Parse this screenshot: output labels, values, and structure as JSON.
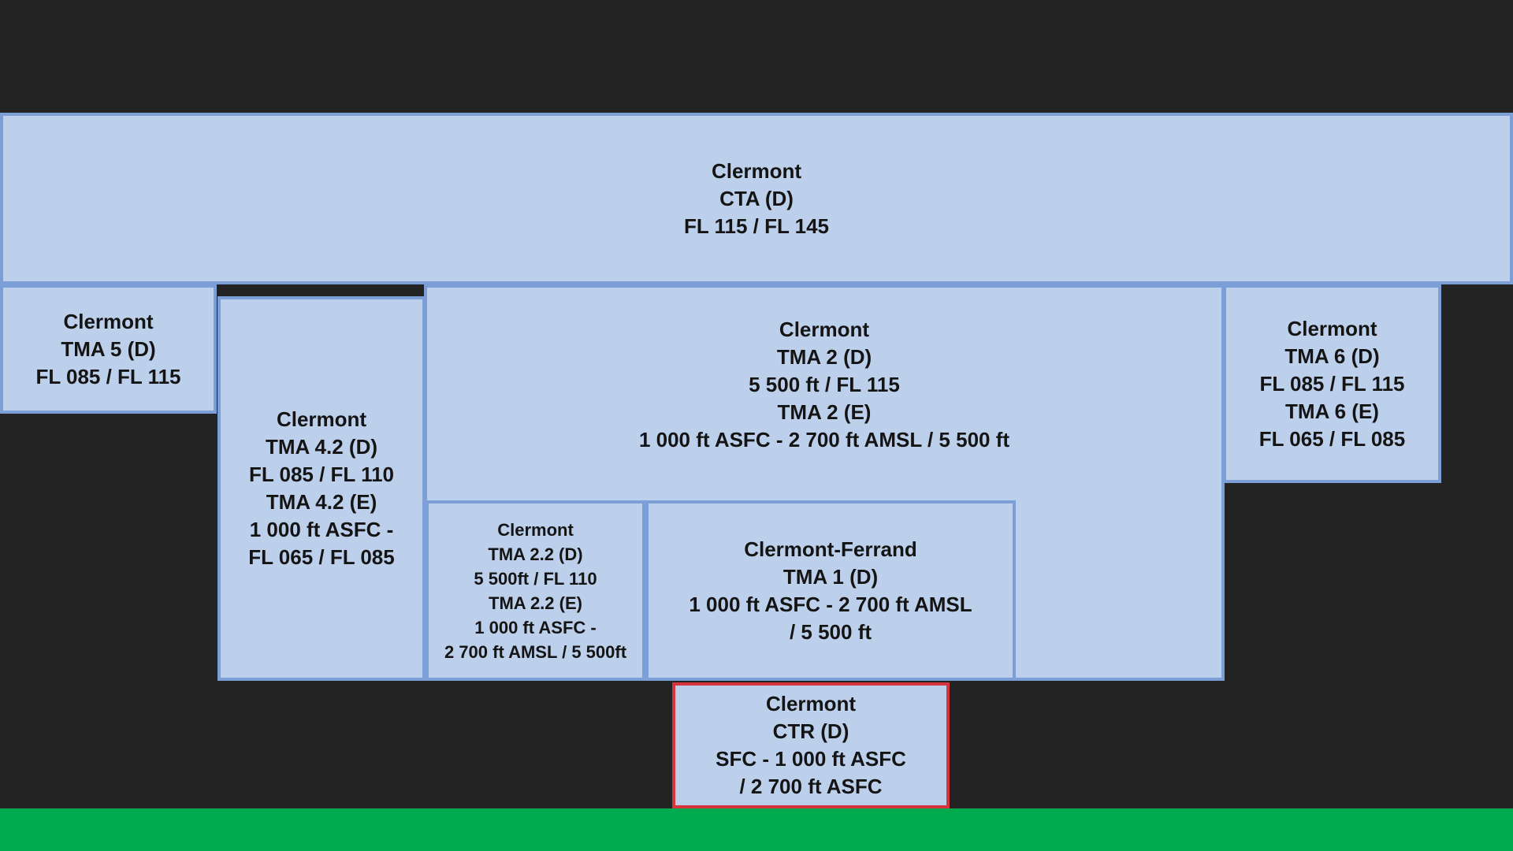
{
  "colors": {
    "background": "#232323",
    "zone_fill": "#bdd0eb",
    "zone_border": "#7b9fd6",
    "ctr_border": "#d7333d",
    "ground": "#00ab4f"
  },
  "zones": {
    "cta": {
      "lines": [
        "Clermont",
        "CTA (D)",
        "FL 115 / FL 145"
      ]
    },
    "tma5": {
      "lines": [
        "Clermont",
        "TMA 5 (D)",
        "FL 085 / FL 115"
      ]
    },
    "tma42": {
      "lines": [
        "Clermont",
        "TMA 4.2 (D)",
        "FL 085 / FL 110",
        "TMA 4.2 (E)",
        "1 000 ft ASFC -",
        "FL 065 / FL 085"
      ]
    },
    "tma2": {
      "lines": [
        "Clermont",
        "TMA 2 (D)",
        "5 500 ft / FL 115",
        "TMA 2 (E)",
        "1 000 ft ASFC - 2 700 ft AMSL / 5 500 ft"
      ]
    },
    "tma6": {
      "lines": [
        "Clermont",
        "TMA 6 (D)",
        "FL 085 / FL 115",
        "TMA 6 (E)",
        "FL 065 / FL 085"
      ]
    },
    "tma22": {
      "lines": [
        "Clermont",
        "TMA 2.2 (D)",
        "5 500ft / FL 110",
        "TMA 2.2 (E)",
        "1 000 ft ASFC -",
        "2 700 ft AMSL / 5 500ft"
      ]
    },
    "tma1": {
      "lines": [
        "Clermont-Ferrand",
        "TMA 1 (D)",
        "1 000 ft ASFC - 2 700 ft AMSL",
        "/ 5 500 ft"
      ]
    },
    "ctr": {
      "lines": [
        "Clermont",
        "CTR (D)",
        "SFC - 1 000 ft ASFC",
        "/ 2 700 ft ASFC"
      ]
    }
  }
}
